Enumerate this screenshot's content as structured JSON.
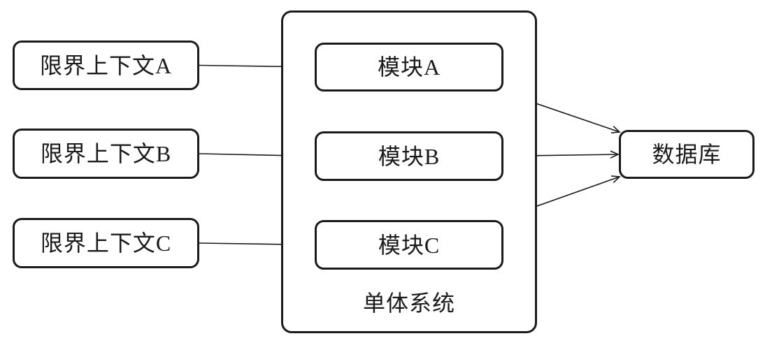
{
  "diagram": {
    "colors": {
      "stroke": "#1a1a1a",
      "background": "#ffffff"
    },
    "bounded_contexts": [
      {
        "id": "bc-a",
        "label": "限界上下文A"
      },
      {
        "id": "bc-b",
        "label": "限界上下文B"
      },
      {
        "id": "bc-c",
        "label": "限界上下文C"
      }
    ],
    "system": {
      "id": "system",
      "label": "单体系统",
      "modules": [
        {
          "id": "mod-a",
          "label": "模块A"
        },
        {
          "id": "mod-b",
          "label": "模块B"
        },
        {
          "id": "mod-c",
          "label": "模块C"
        }
      ]
    },
    "database": {
      "id": "db",
      "label": "数据库"
    },
    "edges": [
      {
        "from": "bc-a",
        "to": "mod-a",
        "from_anchor": "right-center",
        "to_anchor": "left-center"
      },
      {
        "from": "bc-b",
        "to": "mod-b",
        "from_anchor": "right-center",
        "to_anchor": "left-center"
      },
      {
        "from": "bc-c",
        "to": "mod-c",
        "from_anchor": "right-center",
        "to_anchor": "left-center"
      },
      {
        "from": "mod-a",
        "to": "db",
        "from_anchor": "bottom-right",
        "to_anchor": "top-left"
      },
      {
        "from": "mod-b",
        "to": "db",
        "from_anchor": "right-center",
        "to_anchor": "left-center"
      },
      {
        "from": "mod-c",
        "to": "db",
        "from_anchor": "top-right",
        "to_anchor": "bottom-left"
      }
    ]
  }
}
